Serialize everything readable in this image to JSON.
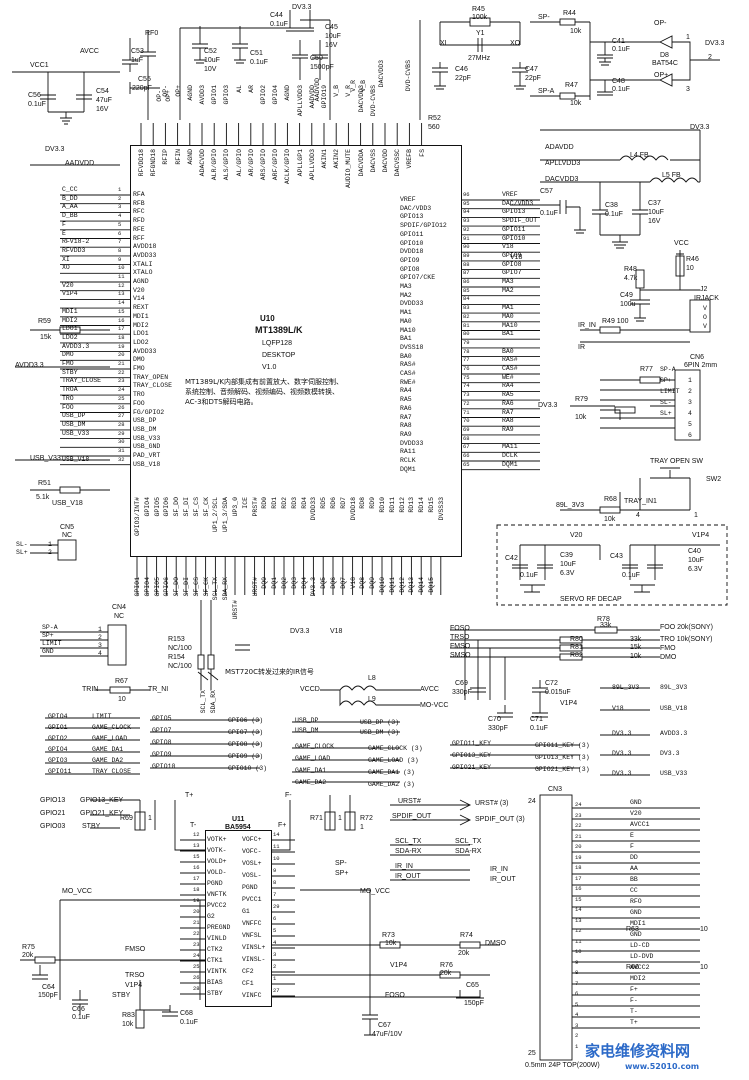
{
  "u10": {
    "ref": "U10",
    "part": "MT1389L/K",
    "package": "LQFP128",
    "version1": "DESKTOP",
    "version2": "V1.0",
    "desc_line1": "MT1389L/K内部集成有前置放大、数字伺服控制、",
    "desc_line2": "系统控制、音频解码、视频编码、视频数模转换、",
    "desc_line3": "AC-3和DTS解码电路。",
    "left_pins": [
      "RFA",
      "RFB",
      "RFC",
      "RFD",
      "RFE",
      "RFF",
      "AVDD18",
      "AVDD33",
      "XTALI",
      "XTALO",
      "AGND",
      "V20",
      "V14",
      "REXT",
      "MDI1",
      "MDI2",
      "LDO1",
      "LDO2",
      "AVDD33",
      "DMO",
      "FMO",
      "TRAY_OPEN",
      "TRAY_CLOSE",
      "TRO",
      "FOO",
      "FG/GPIO2",
      "USB_DP",
      "USB_DM",
      "USB_V33",
      "USB_GND",
      "PAD_VRT",
      "USB_V18"
    ],
    "left_nets": [
      "C_CC",
      "B_DD",
      "A_AA",
      "D_BB",
      "F",
      "E",
      "RFV18-2",
      "RFVDD3",
      "XI",
      "XO",
      "",
      "V20",
      "V1P4",
      "",
      "MDI1",
      "MDI2",
      "LDO1",
      "LDO2",
      "AVDD3.3",
      "DMO",
      "FMO",
      "STBY",
      "TRAY_CLOSE",
      "TROA",
      "TRO",
      "FOO",
      "USB_DP",
      "USB_DM",
      "USB_V33",
      "",
      "",
      "USB_V18"
    ],
    "right_pins": [
      "VREF",
      "DAC/VDD3",
      "GPIO13",
      "SPDIF/GPIO12",
      "GPIO11",
      "GPIO10",
      "DVDD18",
      "GPIO9",
      "GPIO8",
      "GPIO7/CKE",
      "MA3",
      "MA2",
      "DVDD33",
      "MA1",
      "MA0",
      "MA10",
      "BA1",
      "DVSS18",
      "BA0",
      "RAS#",
      "CAS#",
      "RWE#",
      "RA4",
      "RA5",
      "RA6",
      "RA7",
      "RA8",
      "RA9",
      "DVDD33",
      "RA11",
      "RCLK",
      "DQM1"
    ],
    "right_nets": [
      "VREF",
      "DAC/VDD3",
      "GPIO13",
      "SPDIF_OUT",
      "GPIO11",
      "GPIO10",
      "V18",
      "GPIO9",
      "GPIO8",
      "GPIO7",
      "MA3",
      "MA2",
      "",
      "MA1",
      "MA0",
      "MA10",
      "BA1",
      "",
      "BA0",
      "RAS#",
      "CAS#",
      "WE#",
      "RA4",
      "RA5",
      "RA6",
      "RA7",
      "RA8",
      "RA9",
      "",
      "MA11",
      "DCLK",
      "DQM1"
    ],
    "left_pin_nums": [
      "1",
      "2",
      "3",
      "4",
      "5",
      "6",
      "7",
      "8",
      "9",
      "10",
      "11",
      "12",
      "13",
      "14",
      "15",
      "16",
      "17",
      "18",
      "19",
      "20",
      "21",
      "22",
      "23",
      "24",
      "25",
      "26",
      "27",
      "28",
      "29",
      "30",
      "31",
      "32"
    ],
    "right_pin_nums": [
      "96",
      "95",
      "94",
      "93",
      "92",
      "91",
      "90",
      "89",
      "88",
      "87",
      "86",
      "85",
      "84",
      "83",
      "82",
      "81",
      "80",
      "79",
      "78",
      "77",
      "76",
      "75",
      "74",
      "73",
      "72",
      "71",
      "70",
      "69",
      "68",
      "67",
      "66",
      "65"
    ],
    "top_pins": [
      "RFVDD18",
      "RFGND18",
      "RFIP",
      "RFIN",
      "AGND",
      "ADACVDD",
      "ALR/GPIO",
      "ALS/GPIO",
      "AL/GPIO",
      "AR/GPIO",
      "ARS/GPIO",
      "ARF/GPIO",
      "ACLK/GPIO",
      "APLLGP1",
      "APLLVDD3",
      "AKIN1",
      "AKIN2",
      "AUDIO_MUTE",
      "DACVDDA",
      "DACVSS",
      "DACVDD",
      "DACVSSC",
      "VREFB",
      "FS"
    ],
    "top_nets": [
      "",
      "",
      "OP-",
      "OP+",
      "AGND",
      "AVDD3",
      "GPIO1",
      "GPIO3",
      "AL",
      "AR",
      "GPIO2",
      "GPIO4",
      "AGND",
      "APLLVDD3",
      "AADVDD",
      "GPIO19",
      "V_B",
      "V_R",
      "DACVDD3",
      "DVD-CVBS",
      "",
      "",
      "",
      ""
    ],
    "bottom_pins": [
      "GPIO3/INT#",
      "GPIO4",
      "GPIO5",
      "GPIO6",
      "SF_DO",
      "SF_DI",
      "SF_CS",
      "SF_CK",
      "UP1_2/SCL",
      "UP1_3/SDA",
      "UP3_0",
      "ICE",
      "PRST#",
      "RD0",
      "RD1",
      "RD2",
      "RD3",
      "RD4",
      "DVDD33",
      "RD5",
      "RD6",
      "RD7",
      "DVDD18",
      "RD8",
      "RD9",
      "RD10",
      "RD11",
      "RD12",
      "RD13",
      "RD14",
      "RD15",
      "DVSS33"
    ],
    "bottom_nets": [
      "GPIO1",
      "GPIO4",
      "GPIO5",
      "GPIO6",
      "SF_DO",
      "SF_DI",
      "SF_CS",
      "SF_CK",
      "SCL_TX",
      "SDA_RX",
      "",
      "",
      "URST#",
      "DQ0",
      "DQ1",
      "DQ2",
      "DQ3",
      "DQ4",
      "DV3.3",
      "DQ5",
      "DQ6",
      "DQ7",
      "V18",
      "DQ8",
      "DQ9",
      "DQ10",
      "DQ11",
      "DQ12",
      "DQ13",
      "DQ14",
      "DQ15",
      ""
    ]
  },
  "u11": {
    "ref": "U11",
    "part": "BA5954",
    "left_pins": [
      "VOTK+",
      "VOTK-",
      "VOLD+",
      "VOLD-",
      "PGND",
      "VNFTK",
      "PVCC2",
      "G2",
      "PREGND",
      "VINLD",
      "CTK2",
      "CTK1",
      "VINTK",
      "BIAS",
      "STBY"
    ],
    "left_nums": [
      "12",
      "13",
      "15",
      "16",
      "17",
      "18",
      "19",
      "20",
      "21",
      "22",
      "23",
      "24",
      "25",
      "26",
      "28"
    ],
    "right_pins": [
      "VOFC+",
      "VOFC-",
      "VOSL+",
      "VOSL-",
      "PGND",
      "PVCC1",
      "G1",
      "VNFFC",
      "VNFSL",
      "VINSL+",
      "VINSL-",
      "CF2",
      "CF1",
      "VINFC"
    ],
    "right_nums": [
      "14",
      "11",
      "10",
      "9",
      "8",
      "7",
      "29",
      "6",
      "5",
      "4",
      "3",
      "2",
      "1",
      "27"
    ]
  },
  "cn3": {
    "ref": "CN3",
    "label": "0.5mm 24P TOP(200W)",
    "pin_top": "24",
    "pin_bottom": "25",
    "nets": [
      "GND",
      "V20",
      "AVCC1",
      "E",
      "F",
      "DD",
      "AA",
      "BB",
      "CC",
      "RFO",
      "GND",
      "MDI1",
      "GND",
      "LD-CD",
      "LD-DVD",
      "AVCC2",
      "MDI2",
      "F+",
      "F-",
      "T-",
      "T+"
    ],
    "nums": [
      "24",
      "23",
      "22",
      "21",
      "20",
      "19",
      "18",
      "17",
      "16",
      "15",
      "14",
      "13",
      "12",
      "11",
      "10",
      "9",
      "8",
      "7",
      "6",
      "5",
      "4",
      "3",
      "2",
      "1"
    ]
  },
  "cn4": {
    "ref": "CN4",
    "nc": "NC",
    "pins": [
      "SP-A",
      "SP+",
      "LIMIT",
      "GND"
    ],
    "nums": [
      "1",
      "2",
      "3",
      "4"
    ]
  },
  "cn5": {
    "ref": "CN5",
    "nc": "NC",
    "pins": [
      "SL-",
      "SL+"
    ],
    "nums": [
      "1",
      "2"
    ]
  },
  "cn6": {
    "ref": "CN6",
    "label": "6PIN 2mm",
    "pins": [
      "SP-A",
      "SP+",
      "LIMIT",
      "SL-",
      "SL+",
      ""
    ],
    "nums": [
      "1",
      "2",
      "3",
      "4",
      "5",
      "6"
    ]
  },
  "j2": {
    "ref": "J2",
    "label": "IRJACK",
    "pins": [
      "V",
      "O",
      "V"
    ],
    "r49": "R49 100",
    "ir_in": "IR_IN",
    "ir": "IR"
  },
  "xtal": {
    "ref": "Y1",
    "freq": "27MHz",
    "xi": "XI",
    "xo": "XO",
    "r45": "R45",
    "r45v": "100k",
    "c46": "C46",
    "c46v": "22pF",
    "c47": "C47",
    "c47v": "22pF"
  },
  "diodes": {
    "r44": "R44",
    "r44v": "10k",
    "r47": "R47",
    "r47v": "10k",
    "c41": "C41",
    "c41v": "0.1uF",
    "c48": "C48",
    "c48v": "0.1uF",
    "d8": "D8",
    "d8v": "BAT54C",
    "op_minus": "OP-",
    "op_plus": "OP+",
    "sp_minus": "SP-",
    "sp_a": "SP-A",
    "dv33": "DV3.3",
    "n2": "2",
    "n1": "1",
    "n3": "3"
  },
  "topleft": {
    "avcc": "AVCC",
    "vcc1": "VCC1",
    "c56": "C56",
    "c56v": "0.1uF",
    "c54": "C54",
    "c54v1": "47uF",
    "c54v2": "16V",
    "c53": "C53",
    "c53v": "1uF",
    "rf0": "RF0",
    "c52": "C52",
    "c52v1": "10uF",
    "c52v2": "10V",
    "c51": "C51",
    "c51v": "0.1uF",
    "c55": "C55",
    "c55v": "220pF",
    "op1": "OP-",
    "op2": "OP+",
    "c44": "C44",
    "c44v": "0.1uF",
    "c45": "C45",
    "c45v1": "10uF",
    "c45v2": "16V",
    "c50": "C50",
    "c50v": "1500pF",
    "dv33": "DV3.3",
    "aadvdd": "AADVDD",
    "vr": "V_R",
    "vb": "V_B",
    "r52": "R52",
    "r52v": "560",
    "dacvdd3": "DACVDD3",
    "dvdcvbs": "DVD-CVBS"
  },
  "power": {
    "adavdd": "ADAVDD",
    "apllvdd3": "APLLVDD3",
    "dacvdd3": "DACVDD3",
    "dv33": "DV3.3",
    "l4": "L4 FB",
    "l5": "L5 FB",
    "c38": "C38",
    "c38v": "0.1uF",
    "c37": "C37",
    "c37v1": "10uF",
    "c37v2": "16V",
    "c57": "C57",
    "c57v": "0.1uF",
    "vcc": "VCC",
    "r46": "R46",
    "r46v": "10",
    "r48": "R48",
    "r48v": "4.7k",
    "c49": "C49",
    "c49v": "100u",
    "v18": "V18"
  },
  "tray": {
    "label": "TRAY OPEN SW",
    "sw": "SW2",
    "r68": "R68",
    "r68v": "10k",
    "r77": "R77",
    "net": "89L_3V3",
    "tray_in": "TRAY_IN1",
    "r79": "R79",
    "r79v": "10k",
    "dv33": "DV3.3",
    "n4": "4",
    "n1": "1"
  },
  "servo": {
    "label": "SERVO RF DECAP",
    "v20": "V20",
    "v1p4": "V1P4",
    "c42": "C42",
    "c42v": "0.1uF",
    "c39": "C39",
    "c39v1": "10uF",
    "c39v2": "6.3V",
    "c43": "C43",
    "c43v": "0.1uF",
    "c40": "C40",
    "c40v1": "10uF",
    "c40v2": "6.3V"
  },
  "focus": {
    "foso": "FOSO",
    "troo": "TRSO",
    "fmso": "FMSO",
    "smso": "SMSO",
    "r78": "R78",
    "r78v": "33k",
    "r80": "R80",
    "r80v": "33k",
    "r81": "R81",
    "r81v": "15k",
    "r82": "R82",
    "r82v": "10k",
    "foo": "FOO 20k(SONY)",
    "tro": "TRO 10k(SONY)",
    "fmo": "FMO",
    "dmo": "DMO",
    "c69": "C69",
    "c69v": "330pF",
    "c72": "C72",
    "c72v": "0.015uF",
    "c70": "C70",
    "c70v": "330pF",
    "c71": "C71",
    "c71v": "0.1uF",
    "v1p4": "V1P4"
  },
  "nets_right": [
    "89L_3V3",
    "USB_V18",
    "AVDD3.3",
    "DV3.3",
    "USB_V33"
  ],
  "nets_right_src": [
    "89L_3V3",
    "V18",
    "DV3.3",
    "DV3.3",
    "DV3.3"
  ],
  "mid": {
    "st1389": "MST720C转发过来的IR信号",
    "r153": "R153",
    "r153v": "NC/100",
    "r154": "R154",
    "r154v": "NC/100",
    "scl": "SCL_TX",
    "sda": "SDA_RX",
    "urst": "URST#",
    "l8": "L8",
    "l9": "L9",
    "vccd": "VCCD",
    "avcc": "AVCC",
    "movcc": "MO-VCC",
    "r67": "R67",
    "r67v": "10",
    "trin": "TRIN",
    "trni": "TR_NI",
    "dv33": "DV3.3",
    "v18": "V18"
  },
  "gpio_map": {
    "left": [
      [
        "GPIO4",
        "LIMIT"
      ],
      [
        "GPIO1",
        "GAME_CLOCK"
      ],
      [
        "GPIO2",
        "GAME_LOAD"
      ],
      [
        "GPIO4",
        "GAME_DA1"
      ],
      [
        "GPIO3",
        "GAME_DA2"
      ],
      [
        "GPIO11",
        "TRAY_CLOSE"
      ]
    ],
    "mid": [
      [
        "GPIO5",
        "GPIO6 (3)"
      ],
      [
        "GPIO7",
        "GPIO7 (3)"
      ],
      [
        "GPIO8",
        "GPIO8 (3)"
      ],
      [
        "GPIO9",
        "GPIO9 (3)"
      ],
      [
        "GPIO10",
        "GPIO10 (3)"
      ]
    ],
    "usb": [
      "USB_DP",
      "USB_DM"
    ],
    "usb_r": [
      "USB_DP (3)",
      "USB_DM (3)"
    ],
    "game": [
      "GAME_CLOCK",
      "GAME_LOAD",
      "GAME_DA1",
      "GAME_DA2"
    ],
    "game_r": [
      "GAME_CLOCK (3)",
      "GAME_LOAD (3)",
      "GAME_DA1 (3)",
      "GAME_DA2 (3)"
    ],
    "keys": [
      "GPIO11_KEY",
      "GPIO13_KEY",
      "GPIO21_KEY"
    ],
    "keys_src": [
      "GPIO11_KEY",
      "GPIO13_KEY",
      "GPIO21_KEY"
    ],
    "keys_r": [
      "GPIO11_KEY (3)",
      "GPIO13_KEY (3)",
      "GPIO21_KEY (3)"
    ]
  },
  "u11area": {
    "r69": "R69",
    "r69v": "1",
    "r71": "R71",
    "r71v": "1",
    "r72": "R72",
    "r72v": "1",
    "gpio13": "GPIO13",
    "gpio13k": "GPIO13_KEY",
    "gpio21": "GPIO21",
    "gpio21k": "GPIO21_KEY",
    "gpio03": "GPIO03",
    "stby": "STBY",
    "t_plus": "T+",
    "f_minus": "F-",
    "t_minus": "T-",
    "f_plus": "F+",
    "sp_minus": "SP-",
    "sp_plus": "SP+",
    "mo_vcc": "MO_VCC",
    "mo_vcc2": "MO_VCC",
    "r75": "R75",
    "r75v": "20k",
    "c64": "C64",
    "c64v": "150pF",
    "c66": "C66",
    "c66v": "0.1uF",
    "r83": "R83",
    "r83v": "10k",
    "c68": "C68",
    "c68v": "0.1uF",
    "fmso": "FMSO",
    "trso": "TRSO",
    "v1p4": "V1P4",
    "stby2": "STBY",
    "r73": "R73",
    "r73v": "10k",
    "r74": "R74",
    "r74v": "20k",
    "dmso": "DMSO",
    "r76": "R76",
    "r76v": "20k",
    "c65": "C65",
    "c65v": "150pF",
    "foso": "FOSO",
    "c67": "C67",
    "c67v": "47uF/10V"
  },
  "signals_mid": {
    "urst": "URST#",
    "urst_r": "URST# (3)",
    "spdif": "SPDIF_OUT",
    "spdif_r": "SPDIF_OUT (3)",
    "scl": "SCL_TX",
    "scl_r": "SCL_TX",
    "sda": "SDA-RX",
    "sda_r": "SDA-RX",
    "irin": "IR_IN",
    "irin_r": "IR_IN",
    "irout": "IR_OUT",
    "irout_r": "IR_OUT"
  },
  "misc": {
    "dv33_1": "DV3.3",
    "aadvdd": "AADVDD",
    "avdd33": "AVDD3.3",
    "usb_v33": "USB_V33",
    "usb_v18": "USB_V18",
    "r59": "R59",
    "r59v": "15k",
    "r51": "R51",
    "r51v": "5.1k",
    "sl_minus": "SL-",
    "sl_plus": "SL+",
    "sp_a": "SP-A",
    "sp_plus": "SP+",
    "limit": "LIMIT",
    "r63": "R63",
    "r63v": "10",
    "r66": "R66",
    "r66v": "10",
    "movcc": "MO_VCC",
    "v1p4": "V1P4",
    "gnd": "GND",
    "v20": "V20"
  },
  "watermark": {
    "text": "家电维修资料网",
    "url": "www.52010.com"
  }
}
